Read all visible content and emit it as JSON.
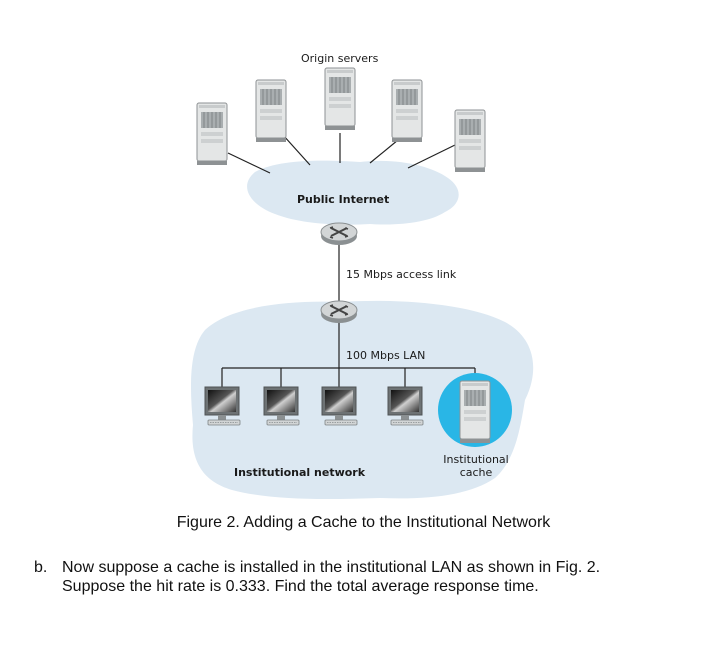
{
  "labels": {
    "origin_servers": "Origin servers",
    "public_internet": "Public Internet",
    "access_link": "15 Mbps access link",
    "lan": "100 Mbps LAN",
    "institutional_network": "Institutional network",
    "cache_line1": "Institutional",
    "cache_line2": "cache"
  },
  "caption": "Figure 2. Adding a Cache to the Institutional Network",
  "question": {
    "letter": "b.",
    "line1": "Now suppose a cache is installed in the institutional LAN as shown in Fig. 2.",
    "line2": "Suppose the hit rate is 0.333. Find the total average response time."
  },
  "colors": {
    "cloud": "#dce8f2",
    "cache_highlight": "#29b6e6",
    "server_body": "#e4e6e6",
    "router": "#b9bcbe",
    "line": "#222222"
  }
}
